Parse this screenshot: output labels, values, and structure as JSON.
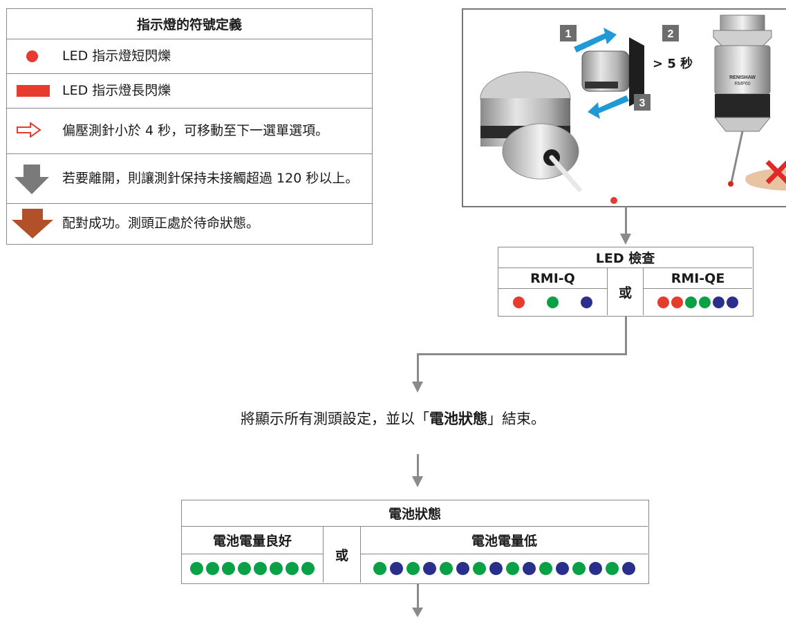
{
  "legend": {
    "title": "指示燈的符號定義",
    "rows": [
      {
        "icon": "red-dot-icon",
        "text": "LED 指示燈短閃爍"
      },
      {
        "icon": "red-bar-icon",
        "text": "LED 指示燈長閃爍"
      },
      {
        "icon": "outline-arrow-right-icon",
        "text": "偏壓測針小於 4 秒，可移動至下一選單選項。"
      },
      {
        "icon": "gray-arrow-down-icon",
        "text": "若要離開，則讓測針保持未接觸超過 120 秒以上。"
      },
      {
        "icon": "brown-arrow-down-icon",
        "text": "配對成功。測頭正處於待命狀態。"
      }
    ]
  },
  "photo": {
    "steps": [
      "1",
      "2",
      "3"
    ],
    "duration": "> 5 秒",
    "probe_brand": "RENISHAW",
    "probe_model": "RMP60"
  },
  "led_check": {
    "title": "LED 檢查",
    "or": "或",
    "rmi_q": {
      "label": "RMI-Q",
      "dots": [
        "red",
        "green",
        "blue"
      ]
    },
    "rmi_qe": {
      "label": "RMI-QE",
      "dots": [
        "red",
        "red",
        "green",
        "green",
        "blue",
        "blue"
      ]
    }
  },
  "sentence": {
    "before": "將顯示所有測頭設定，並以「",
    "bold": "電池狀態",
    "after": "」結束。"
  },
  "battery": {
    "title": "電池狀態",
    "or": "或",
    "good": {
      "label": "電池電量良好",
      "dots": [
        "green",
        "green",
        "green",
        "green",
        "green",
        "green",
        "green",
        "green"
      ]
    },
    "low": {
      "label": "電池電量低",
      "dots": [
        "green",
        "blue",
        "green",
        "blue",
        "green",
        "blue",
        "green",
        "blue",
        "green",
        "blue",
        "green",
        "blue",
        "green",
        "blue",
        "green",
        "blue"
      ]
    }
  },
  "colors": {
    "red": "#e63b2e",
    "green": "#0aa046",
    "blue": "#2b2f8c",
    "brown_arrow": "#b2502a",
    "gray_arrow": "#7a7a7a"
  }
}
